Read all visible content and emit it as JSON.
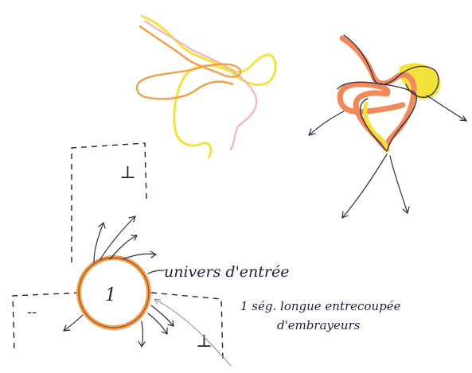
{
  "labels": {
    "circle_number": "1",
    "entry_universe": "univers d'entrée",
    "note_line1": "1 ség. longue entrecoupée",
    "note_line2": "d'embrayeurs",
    "perp_symbol_top": "⊥",
    "perp_symbol_bottom": "⊥",
    "dash_mark": "--"
  },
  "colors": {
    "ink": "#2b2b44",
    "yellow": "#f2e23a",
    "orange": "#f0a04a",
    "salmon": "#f08a5a",
    "pink": "#f2b3c0",
    "deep_orange": "#e8702e",
    "brown": "#9a4a2a"
  }
}
